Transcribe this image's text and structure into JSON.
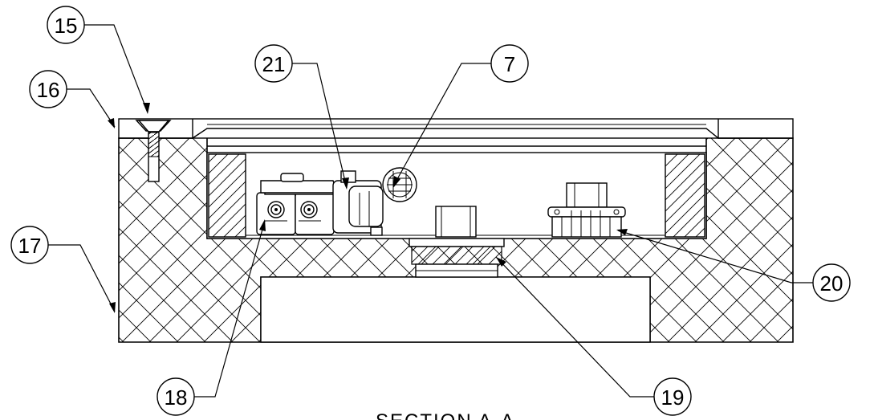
{
  "drawing": {
    "caption": "SECTION A-A",
    "callouts": [
      {
        "id": "15",
        "label": "15"
      },
      {
        "id": "16",
        "label": "16"
      },
      {
        "id": "17",
        "label": "17"
      },
      {
        "id": "21",
        "label": "21"
      },
      {
        "id": "7",
        "label": "7"
      },
      {
        "id": "20",
        "label": "20"
      },
      {
        "id": "18",
        "label": "18"
      },
      {
        "id": "19",
        "label": "19"
      }
    ]
  }
}
